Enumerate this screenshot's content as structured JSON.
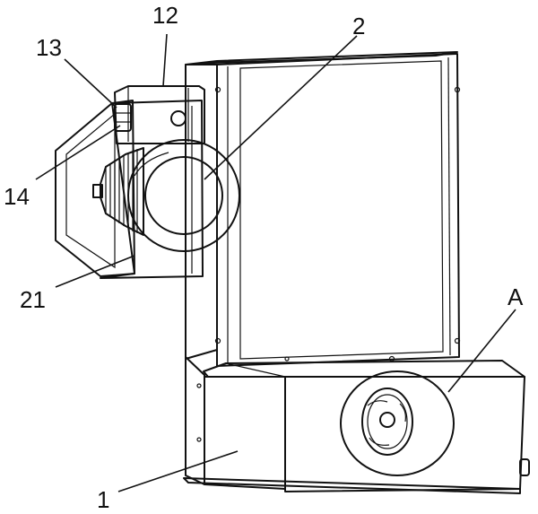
{
  "figure": {
    "labels": {
      "part_12": "12",
      "part_13": "13",
      "part_2": "2",
      "part_14": "14",
      "part_21": "21",
      "detail_a": "A",
      "part_1": "1"
    }
  }
}
